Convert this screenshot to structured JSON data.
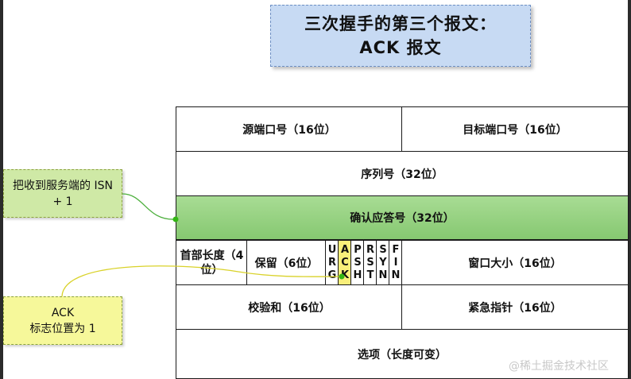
{
  "title": {
    "line1": "三次握手的第三个报文：",
    "line2": "ACK 报文"
  },
  "fields": {
    "src_port": "源端口号（16位）",
    "dst_port": "目标端口号（16位）",
    "seq": "序列号（32位）",
    "ack_num": "确认应答号（32位）",
    "header_len": "首部长度（4位）",
    "reserved": "保留（6位）",
    "window": "窗口大小（16位）",
    "checksum": "校验和（16位）",
    "urgent": "紧急指针（16位）",
    "options": "选项（长度可变）"
  },
  "flags": [
    {
      "top": "U",
      "mid": "R",
      "bot": "G"
    },
    {
      "top": "A",
      "mid": "C",
      "bot": "K"
    },
    {
      "top": "P",
      "mid": "S",
      "bot": "H"
    },
    {
      "top": "R",
      "mid": "S",
      "bot": "T"
    },
    {
      "top": "S",
      "mid": "Y",
      "bot": "N"
    },
    {
      "top": "F",
      "mid": "I",
      "bot": "N"
    }
  ],
  "notes": {
    "isn_line1": "把收到服务端的 ISN",
    "isn_line2": "+ 1",
    "ack_line1": "ACK",
    "ack_line2": "标志位置为 1"
  },
  "colors": {
    "ack_highlight": "#f9ef7a",
    "ack_row": "#86c871",
    "title_bg": "#c7daf3",
    "note_yellow": "#f6f89a",
    "note_green": "#cfe9a6"
  },
  "watermark": "@稀土掘金技术社区"
}
